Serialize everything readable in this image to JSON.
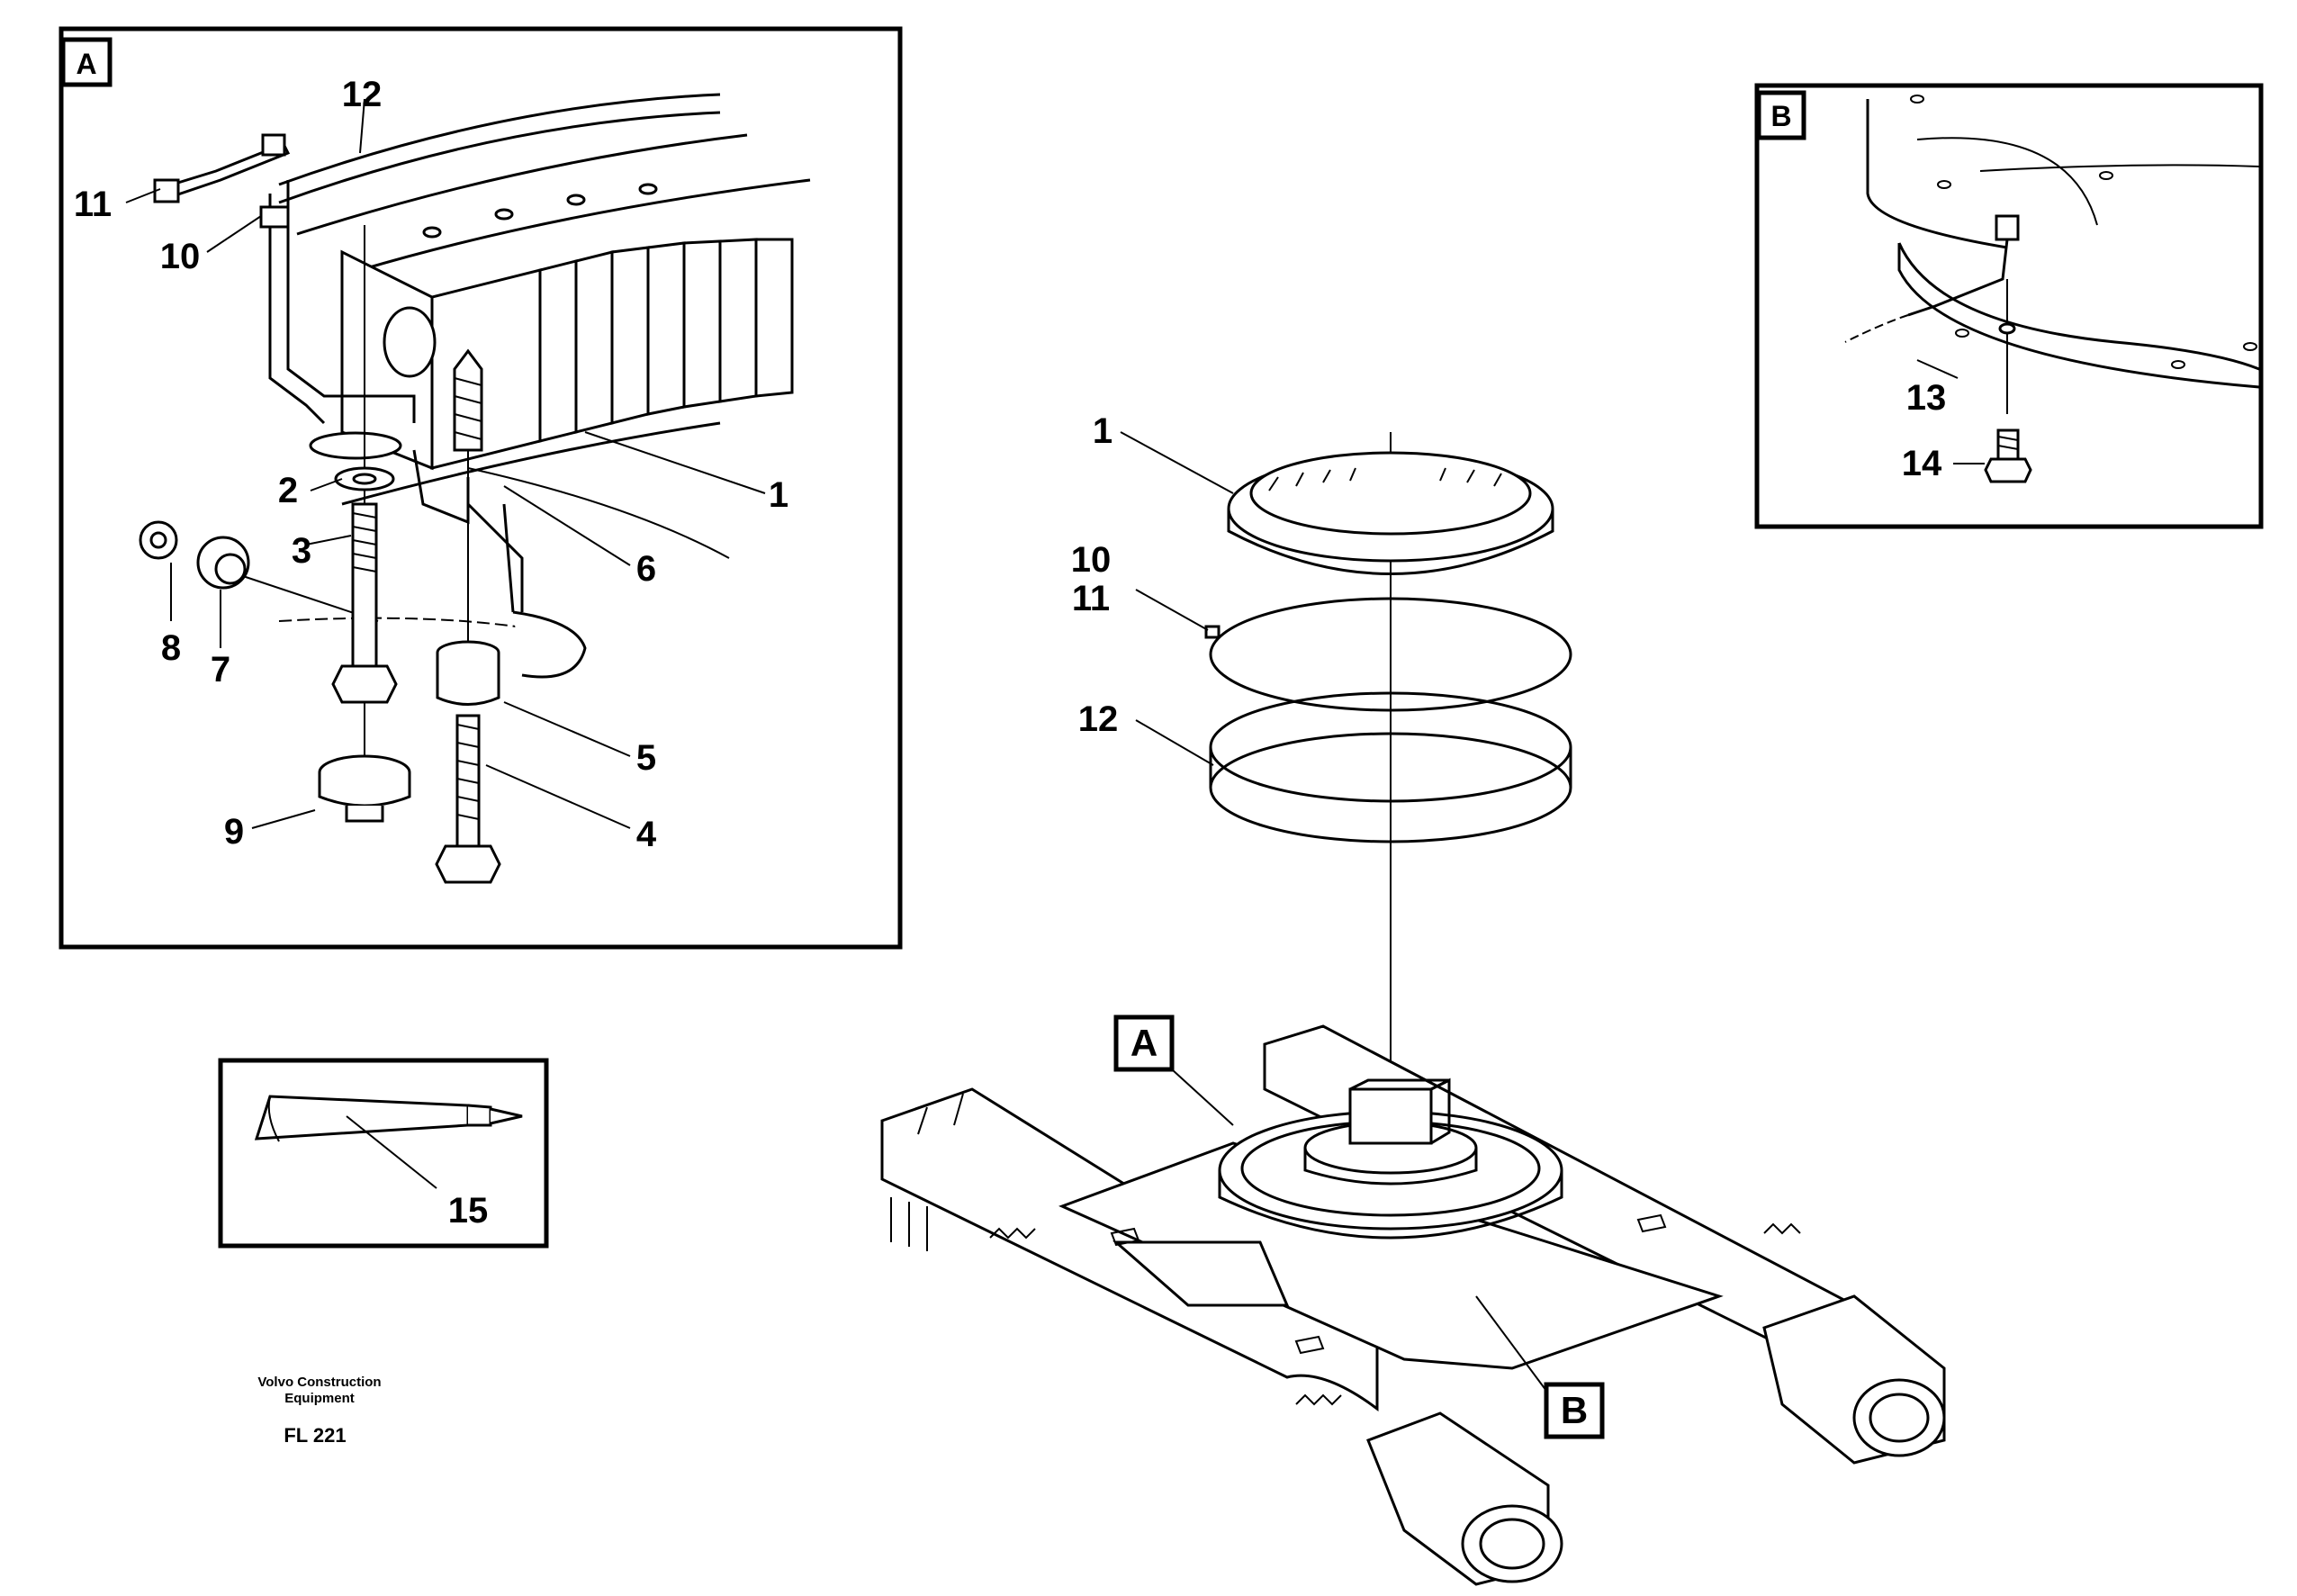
{
  "detail_a": {
    "tag": "A",
    "callouts": [
      "1",
      "2",
      "3",
      "4",
      "5",
      "6",
      "7",
      "8",
      "9",
      "10",
      "11",
      "12"
    ]
  },
  "detail_b": {
    "tag": "B",
    "callouts": [
      "13",
      "14"
    ]
  },
  "sealant_box": {
    "callout": "15"
  },
  "exploded": {
    "callouts": [
      "1",
      "10",
      "11",
      "12"
    ],
    "tag_a": "A",
    "tag_b": "B"
  },
  "footer": {
    "company_line1": "Volvo Construction",
    "company_line2": "Equipment",
    "figure_code": "FL 221"
  }
}
